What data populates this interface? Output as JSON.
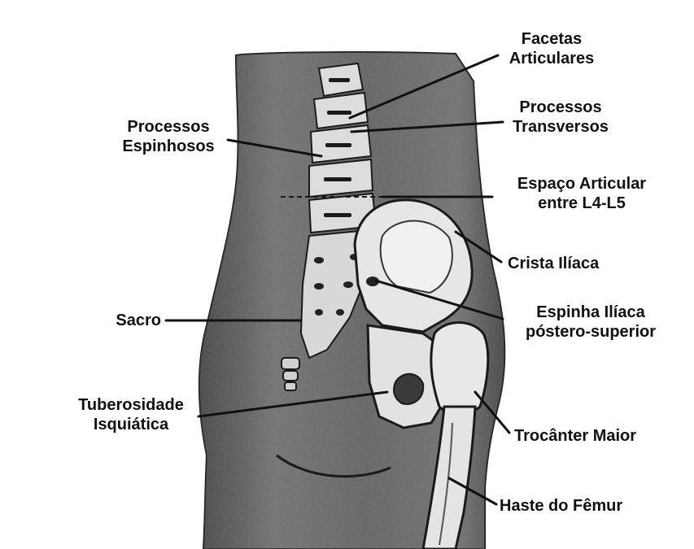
{
  "colors": {
    "background": "#ffffff",
    "body_fill": "#5e5e5e",
    "bone_fill": "#e4e4e4",
    "ink": "#111111"
  },
  "labels": {
    "facetas": [
      "Facetas",
      "Articulares"
    ],
    "processos_transversos": [
      "Processos",
      "Transversos"
    ],
    "processos_espinhosos": [
      "Processos",
      "Espinhosos"
    ],
    "espaco_articular": [
      "Espaço Articular",
      "entre L4-L5"
    ],
    "crista_iliaca": [
      "Crista Ilíaca"
    ],
    "sacro": [
      "Sacro"
    ],
    "espinha_iliaca": [
      "Espinha Ilíaca",
      "póstero-superior"
    ],
    "tuberosidade": [
      "Tuberosidade",
      "Isquiática"
    ],
    "trocanter": [
      "Trocânter Maior"
    ],
    "haste_femur": [
      "Haste do Fêmur"
    ]
  }
}
